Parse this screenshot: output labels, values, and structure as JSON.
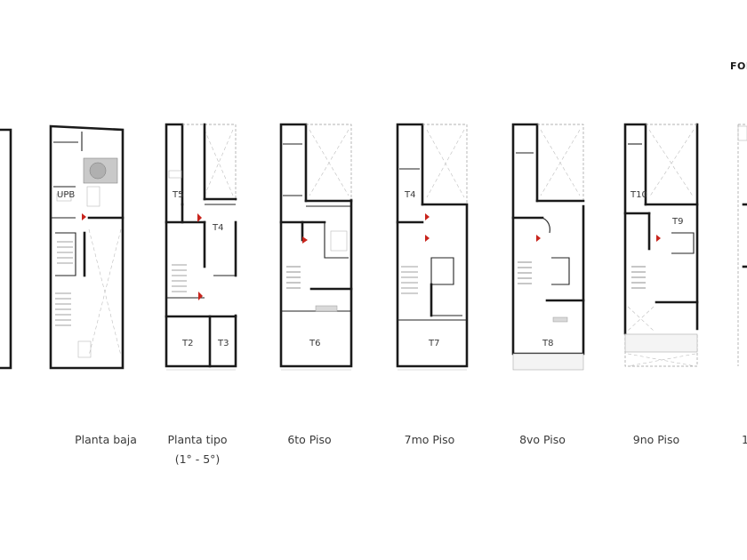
{
  "header": {
    "corner_title": "FON"
  },
  "plans": [
    {
      "id": "edge-left",
      "caption": [],
      "units": []
    },
    {
      "id": "planta-baja",
      "caption": [
        "Planta baja"
      ],
      "units": [
        "UPB"
      ]
    },
    {
      "id": "planta-tipo",
      "caption": [
        "Planta tipo",
        "(1° - 5°)"
      ],
      "units": [
        "T5",
        "T4",
        "T2",
        "T3"
      ]
    },
    {
      "id": "6to-piso",
      "caption": [
        "6to Piso"
      ],
      "units": [
        "T6"
      ]
    },
    {
      "id": "7mo-piso",
      "caption": [
        "7mo Piso"
      ],
      "units": [
        "T4",
        "T7"
      ]
    },
    {
      "id": "8vo-piso",
      "caption": [
        "8vo Piso"
      ],
      "units": [
        "T8"
      ]
    },
    {
      "id": "9no-piso",
      "caption": [
        "9no Piso"
      ],
      "units": [
        "T10",
        "T9"
      ]
    },
    {
      "id": "edge-right",
      "caption": [
        "1"
      ],
      "units": []
    }
  ],
  "colors": {
    "wall": "#1a1a1a",
    "access_marker": "#c8241c",
    "background": "#ffffff"
  }
}
